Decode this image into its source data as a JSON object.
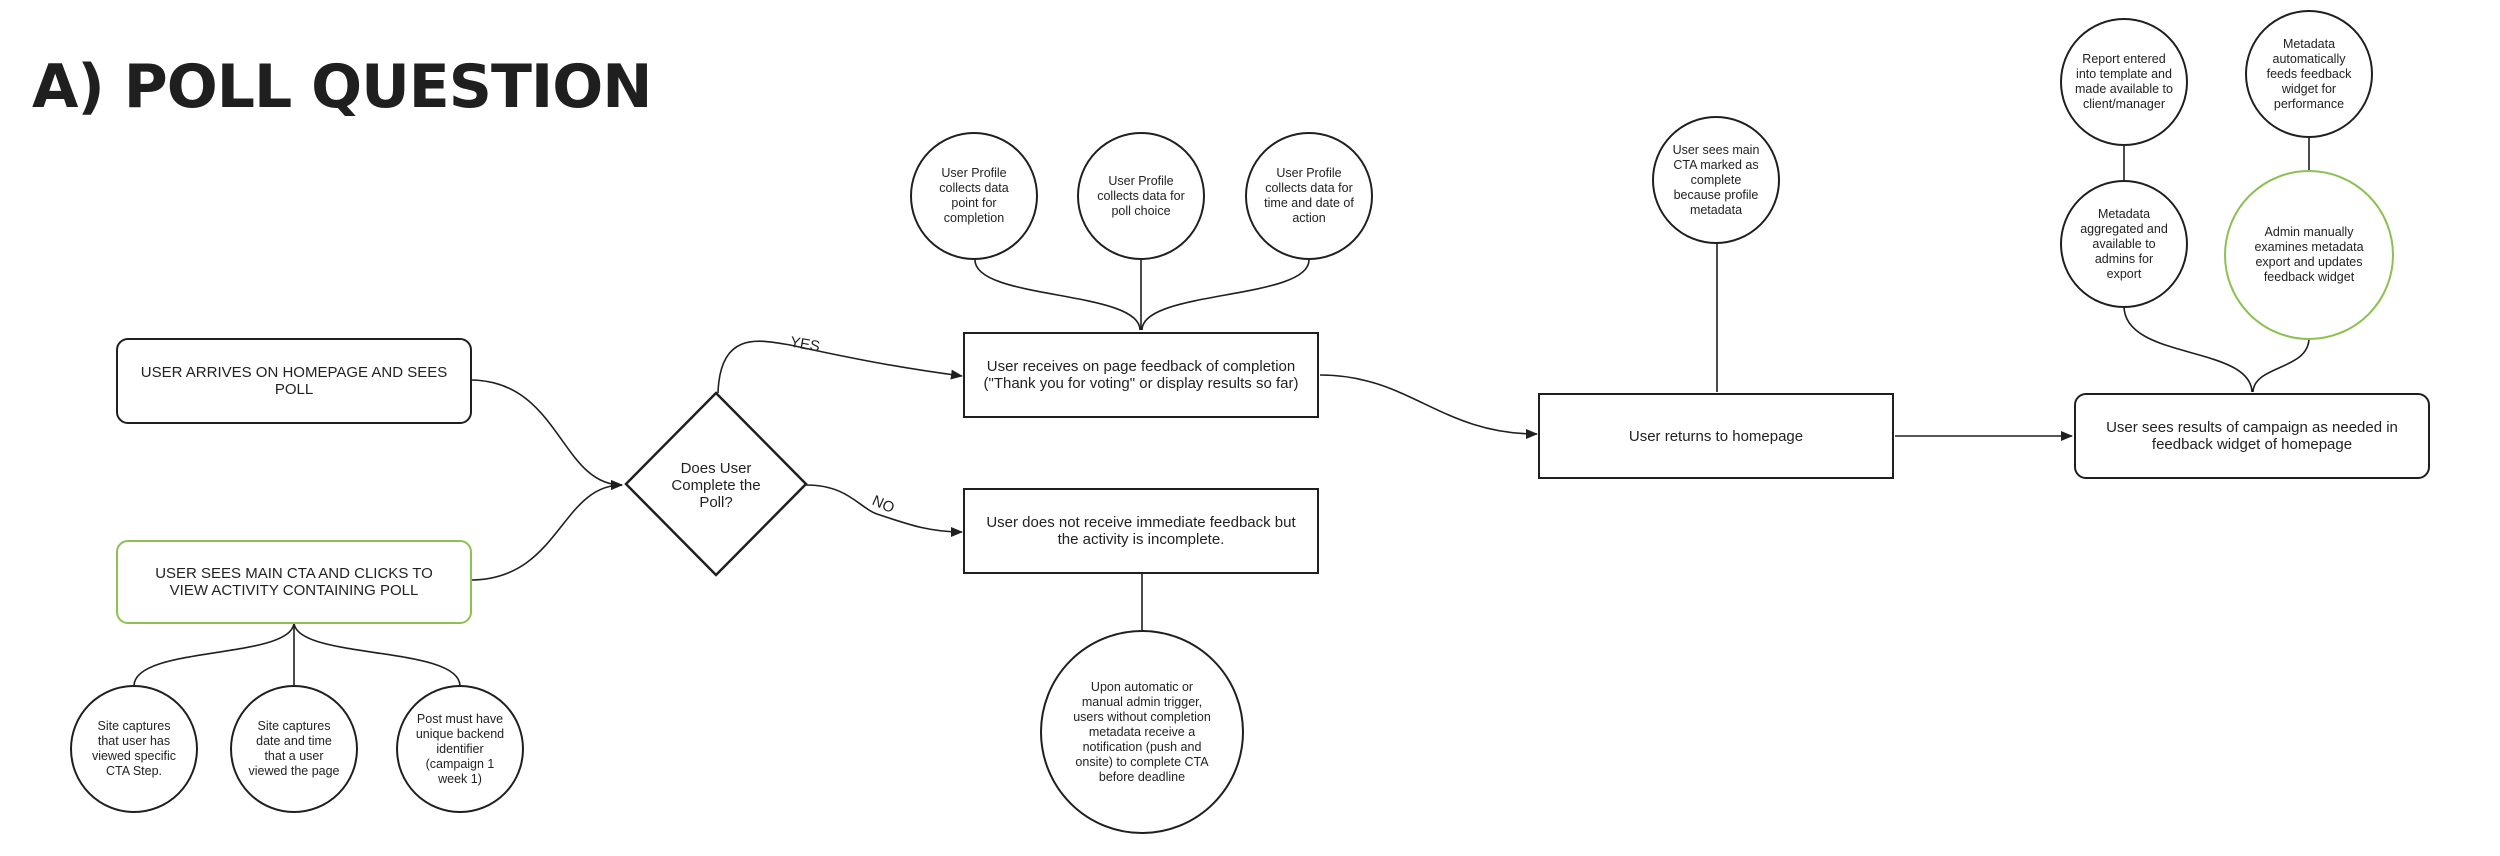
{
  "title": "A) POLL QUESTION",
  "nodes": {
    "arrive": "USER ARRIVES ON HOMEPAGE AND SEES POLL",
    "cta": "USER SEES MAIN CTA AND CLICKS TO VIEW ACTIVITY CONTAINING POLL",
    "decision": "Does User Complete the Poll?",
    "feedback": "User receives on page feedback of completion (\"Thank you for voting\" or display results so far)",
    "no_feedback": "User does not receive immediate feedback but the activity is incomplete.",
    "returns": "User returns to homepage",
    "results": "User sees results of campaign as needed in feedback widget of homepage"
  },
  "circles": {
    "profile_completion": "User Profile collects data point for completion",
    "profile_choice": "User Profile collects data for poll choice",
    "profile_time": "User Profile collects data for time and date of action",
    "cta_marked": "User sees main CTA marked as complete because profile metadata",
    "report_entered": "Report entered into template and made available to client/manager",
    "metadata_auto": "Metadata automatically feeds feedback widget for performance",
    "metadata_aggregated": "Metadata aggregated and available to admins for export",
    "admin_manual": "Admin manually examines metadata export and updates feedback widget",
    "notification": "Upon automatic or manual admin trigger, users without completion metadata receive a notification (push and onsite) to complete CTA before deadline",
    "site_captures_step": "Site captures that user has viewed specific CTA Step.",
    "site_captures_date": "Site captures date and time that a user viewed the page",
    "unique_identifier": "Post must have unique backend identifier (campaign 1 week 1)"
  },
  "edge_labels": {
    "yes": "YES",
    "no": "NO"
  },
  "colors": {
    "stroke": "#1f1f1f",
    "highlight": "#8cc152"
  }
}
